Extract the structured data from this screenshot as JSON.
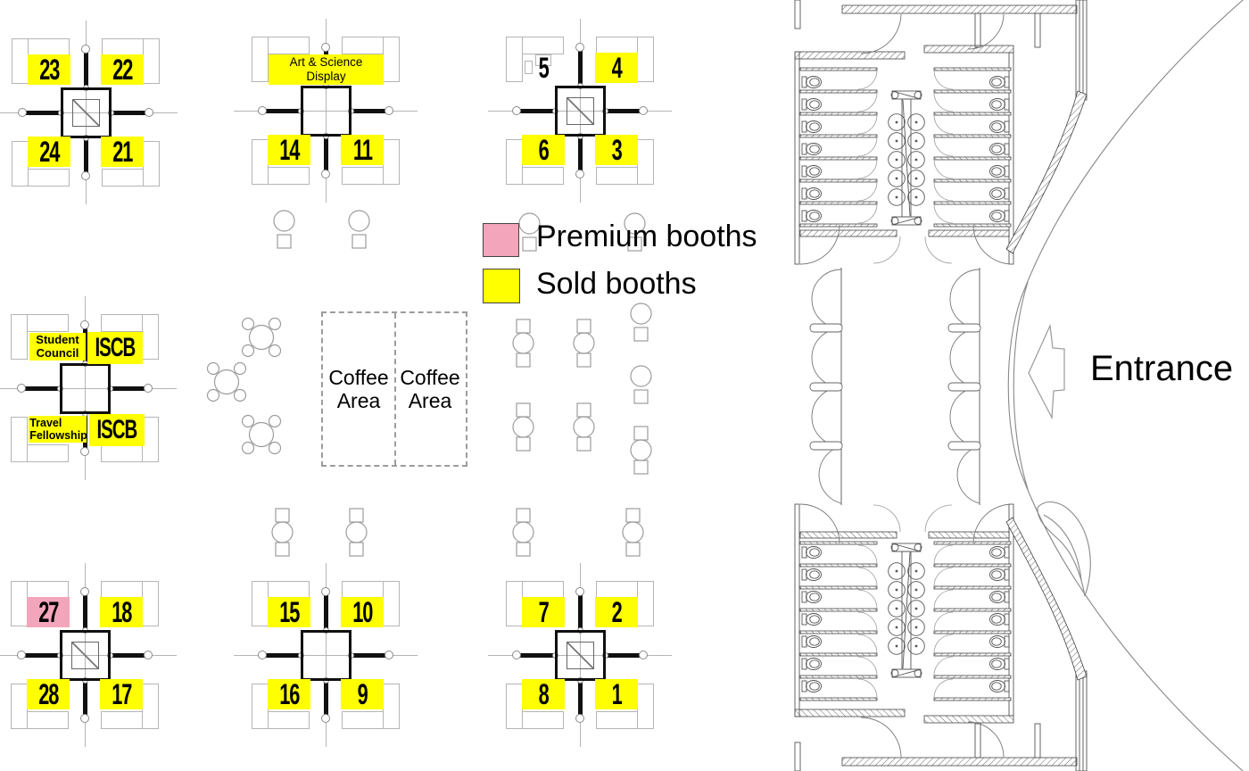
{
  "legend": {
    "premium": {
      "label": "Premium booths",
      "color": "#f3a5bb"
    },
    "sold": {
      "label": "Sold booths",
      "color": "#ffff00"
    }
  },
  "entrance_label": "Entrance",
  "coffee_area": {
    "left": "Coffee Area",
    "right": "Coffee Area"
  },
  "clusters": [
    {
      "name": "top-left",
      "booths": [
        {
          "label": "23",
          "status": "sold"
        },
        {
          "label": "22",
          "status": "sold"
        },
        {
          "label": "24",
          "status": "sold"
        },
        {
          "label": "21",
          "status": "sold"
        }
      ]
    },
    {
      "name": "top-middle",
      "banner": {
        "label": "Art & Science Display",
        "status": "sold"
      },
      "booths": [
        {
          "label": "14",
          "status": "sold"
        },
        {
          "label": "11",
          "status": "sold"
        }
      ]
    },
    {
      "name": "top-right",
      "booths": [
        {
          "label": "5",
          "status": "available"
        },
        {
          "label": "4",
          "status": "sold"
        },
        {
          "label": "6",
          "status": "sold"
        },
        {
          "label": "3",
          "status": "sold"
        }
      ]
    },
    {
      "name": "middle-left",
      "booths": [
        {
          "label": "Student Council",
          "status": "sold"
        },
        {
          "label": "ISCB",
          "status": "sold"
        },
        {
          "label": "Travel Fellowship",
          "status": "sold"
        },
        {
          "label": "ISCB",
          "status": "sold"
        }
      ]
    },
    {
      "name": "bottom-left",
      "booths": [
        {
          "label": "27",
          "status": "premium"
        },
        {
          "label": "18",
          "status": "sold"
        },
        {
          "label": "28",
          "status": "sold"
        },
        {
          "label": "17",
          "status": "sold"
        }
      ]
    },
    {
      "name": "bottom-middle",
      "booths": [
        {
          "label": "15",
          "status": "sold"
        },
        {
          "label": "10",
          "status": "sold"
        },
        {
          "label": "16",
          "status": "sold"
        },
        {
          "label": "9",
          "status": "sold"
        }
      ]
    },
    {
      "name": "bottom-right",
      "booths": [
        {
          "label": "7",
          "status": "sold"
        },
        {
          "label": "2",
          "status": "sold"
        },
        {
          "label": "8",
          "status": "sold"
        },
        {
          "label": "1",
          "status": "sold"
        }
      ]
    }
  ]
}
